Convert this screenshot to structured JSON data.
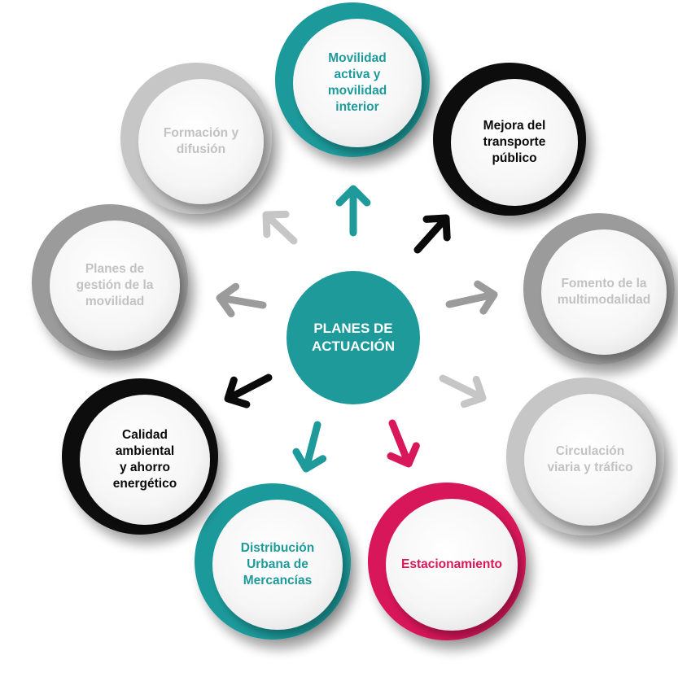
{
  "center": {
    "label": "PLANES DE\nACTUACIÓN",
    "color": "#1e9a9b"
  },
  "colors": {
    "teal": "#1e9a9b",
    "black": "#0a0a0a",
    "gray": "#9b9b9b",
    "light_gray": "#c6c6c6",
    "magenta": "#d8185a",
    "faded_text": "#c2c2c2",
    "inner_fill": "#f4f4f4"
  },
  "nodes": [
    {
      "id": "movilidad-activa",
      "label": "Movilidad\nactiva y\nmovilidad\ninterior",
      "ring": "teal",
      "text": "teal"
    },
    {
      "id": "transporte-publico",
      "label": "Mejora del\ntransporte\npúblico",
      "ring": "black",
      "text": "black"
    },
    {
      "id": "multimodalidad",
      "label": "Fomento de la\nmultimodalidad",
      "ring": "gray",
      "text": "faded_text"
    },
    {
      "id": "circulacion",
      "label": "Circulación\nviaria y tráfico",
      "ring": "light_gray",
      "text": "faded_text"
    },
    {
      "id": "estacionamiento",
      "label": "Estacionamiento",
      "ring": "magenta",
      "text": "magenta"
    },
    {
      "id": "distribucion",
      "label": "Distribución\nUrbana de\nMercancías",
      "ring": "teal",
      "text": "teal"
    },
    {
      "id": "calidad-ambiental",
      "label": "Calidad\nambiental\ny ahorro\nenergético",
      "ring": "black",
      "text": "black"
    },
    {
      "id": "planes-gestion",
      "label": "Planes de\ngestión de la\nmovilidad",
      "ring": "gray",
      "text": "faded_text"
    },
    {
      "id": "formacion",
      "label": "Formación y\ndifusión",
      "ring": "light_gray",
      "text": "faded_text"
    }
  ],
  "arrows": [
    {
      "id": "up",
      "color": "teal"
    },
    {
      "id": "up-right",
      "color": "black"
    },
    {
      "id": "right",
      "color": "gray"
    },
    {
      "id": "down-right",
      "color": "light_gray"
    },
    {
      "id": "down-right-2",
      "color": "magenta"
    },
    {
      "id": "down-left",
      "color": "teal"
    },
    {
      "id": "left-down",
      "color": "black"
    },
    {
      "id": "left",
      "color": "gray"
    },
    {
      "id": "up-left",
      "color": "light_gray"
    }
  ]
}
